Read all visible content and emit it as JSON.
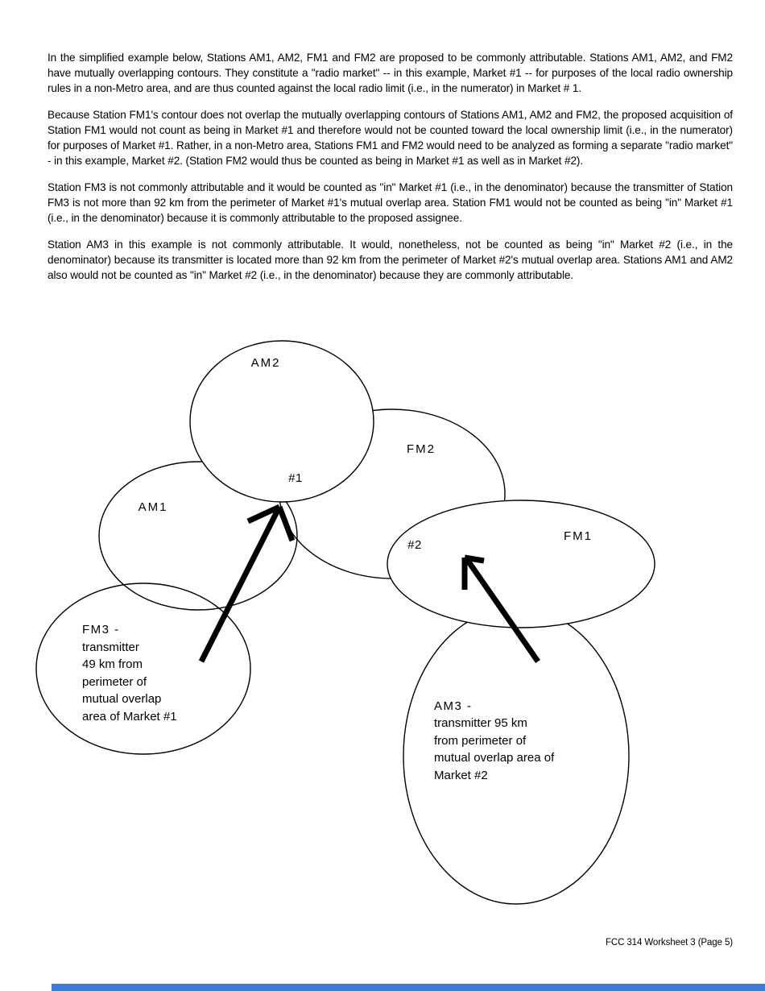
{
  "document": {
    "paragraphs": [
      "In the simplified example below, Stations AM1, AM2, FM1 and FM2 are proposed to be commonly attributable. Stations AM1, AM2, and FM2 have mutually overlapping contours. They constitute a \"radio market\" -- in this example, Market #1 -- for purposes of the local radio ownership rules in a non-Metro area, and are thus counted against the local radio limit (i.e., in the numerator) in Market # 1.",
      "Because Station FM1's contour does not overlap the mutually overlapping contours of Stations AM1, AM2 and FM2, the proposed acquisition of Station FM1 would not count as being in Market #1 and therefore would not be counted toward the local ownership limit (i.e., in the numerator) for purposes of Market #1. Rather, in a non-Metro area, Stations FM1 and FM2 would need to be analyzed as forming a separate \"radio market\" - in this example, Market #2. (Station FM2 would thus be counted as being in Market #1 as well as in Market #2).",
      "Station FM3 is not commonly attributable and it would be counted as \"in\" Market #1 (i.e., in the denominator) because the transmitter of Station FM3 is not more than 92 km from the perimeter of Market #1's mutual overlap area. Station FM1 would not be counted as being \"in\" Market #1 (i.e., in the denominator) because it is commonly attributable to the proposed assignee.",
      "Station AM3 in this example is not commonly attributable. It would, nonetheless, not be counted as being \"in\" Market #2 (i.e., in the denominator) because its transmitter is located more than 92 km from the perimeter of Market #2's mutual overlap area. Stations AM1 and AM2 also would not be counted as \"in\" Market #2 (i.e., in the denominator) because they are commonly attributable."
    ],
    "footer": "FCC 314 Worksheet 3 (Page 5)"
  },
  "diagram": {
    "stations": {
      "am2": "AM2",
      "fm2": "FM2",
      "am1": "AM1",
      "fm1": "FM1"
    },
    "markets": {
      "m1": "#1",
      "m2": "#2"
    },
    "fm3_note": [
      "FM3 -",
      "transmitter",
      "49 km from",
      "perimeter of",
      "mutual overlap",
      "area of Market #1"
    ],
    "am3_note": [
      "AM3 -",
      "transmitter 95 km",
      "from perimeter of",
      "mutual overlap area of",
      "Market #2"
    ]
  },
  "colors": {
    "ink": "#000000",
    "highlight_bar": "#3b7dd8"
  }
}
